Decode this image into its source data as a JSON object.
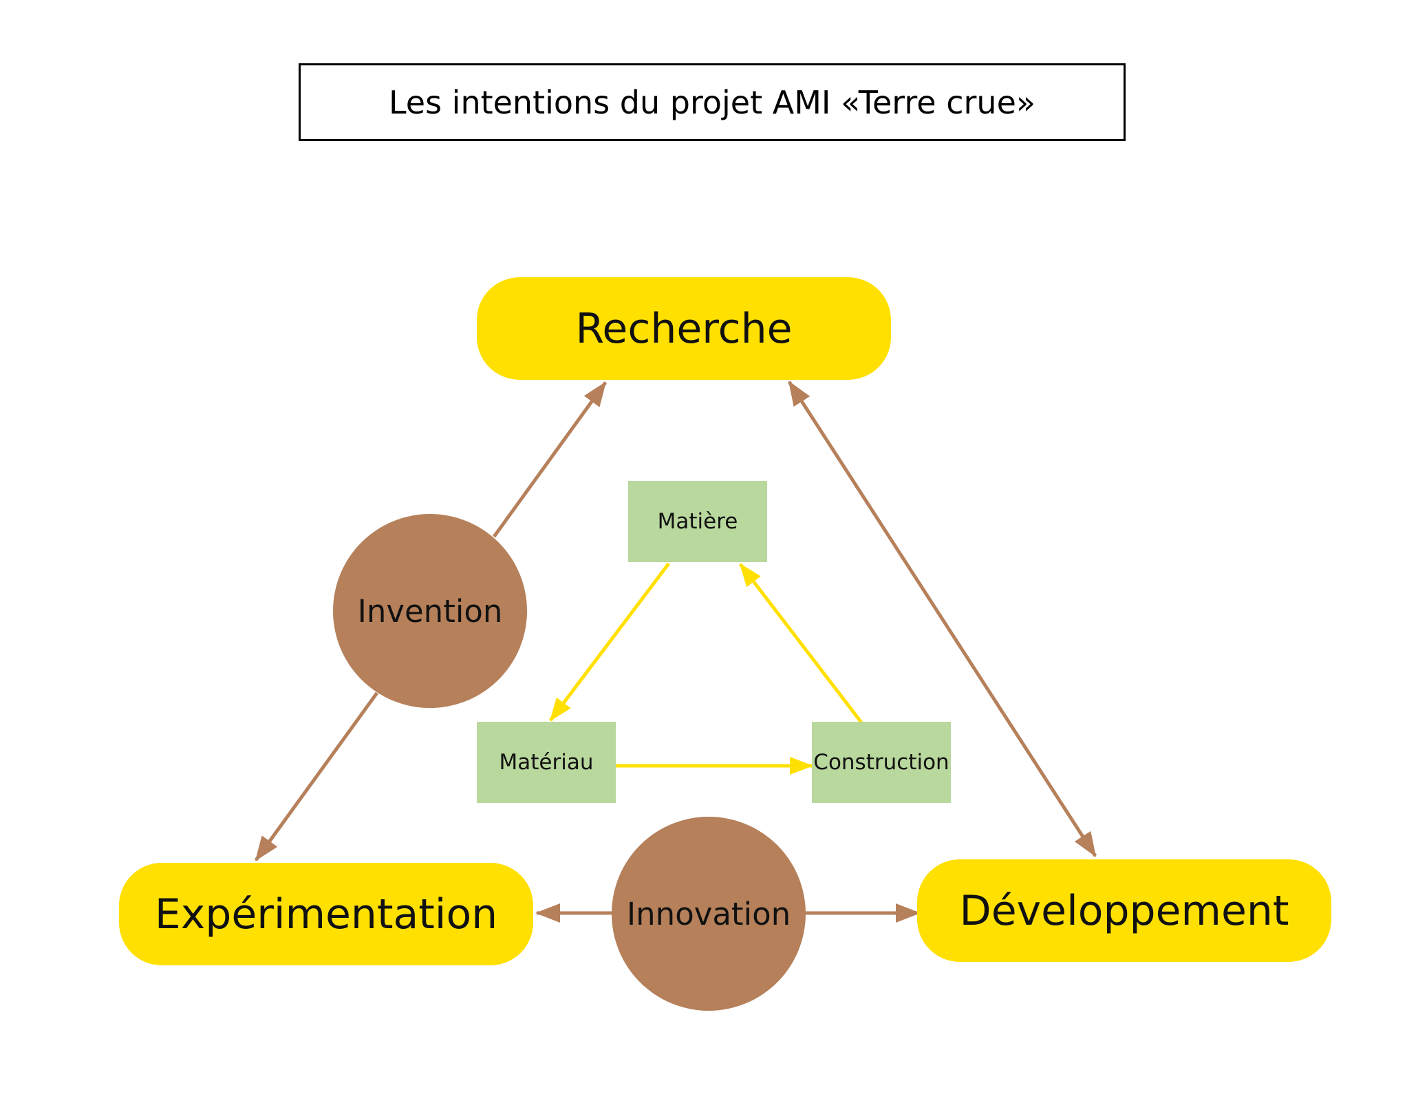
{
  "title": "Les intentions du projet AMI «Terre crue»",
  "colors": {
    "pill": "#FFE000",
    "circle": "#B5805A",
    "box": "#B9D89D",
    "outer_arrow": "#B5805A",
    "inner_arrow": "#FFE000"
  },
  "nodes": {
    "recherche": "Recherche",
    "experimentation": "Expérimentation",
    "developpement": "Développement",
    "invention": "Invention",
    "innovation": "Innovation",
    "matiere": "Matière",
    "materiau": "Matériau",
    "construction": "Construction"
  },
  "edges": [
    {
      "from": "invention",
      "to": "recherche",
      "style": "outer"
    },
    {
      "from": "invention",
      "to": "experimentation",
      "style": "outer"
    },
    {
      "from": "recherche",
      "to": "developpement",
      "style": "outer",
      "bidirectional": true
    },
    {
      "from": "innovation",
      "to": "experimentation",
      "style": "outer"
    },
    {
      "from": "innovation",
      "to": "developpement",
      "style": "outer"
    },
    {
      "from": "matiere",
      "to": "materiau",
      "style": "inner"
    },
    {
      "from": "materiau",
      "to": "construction",
      "style": "inner"
    },
    {
      "from": "construction",
      "to": "matiere",
      "style": "inner"
    }
  ]
}
